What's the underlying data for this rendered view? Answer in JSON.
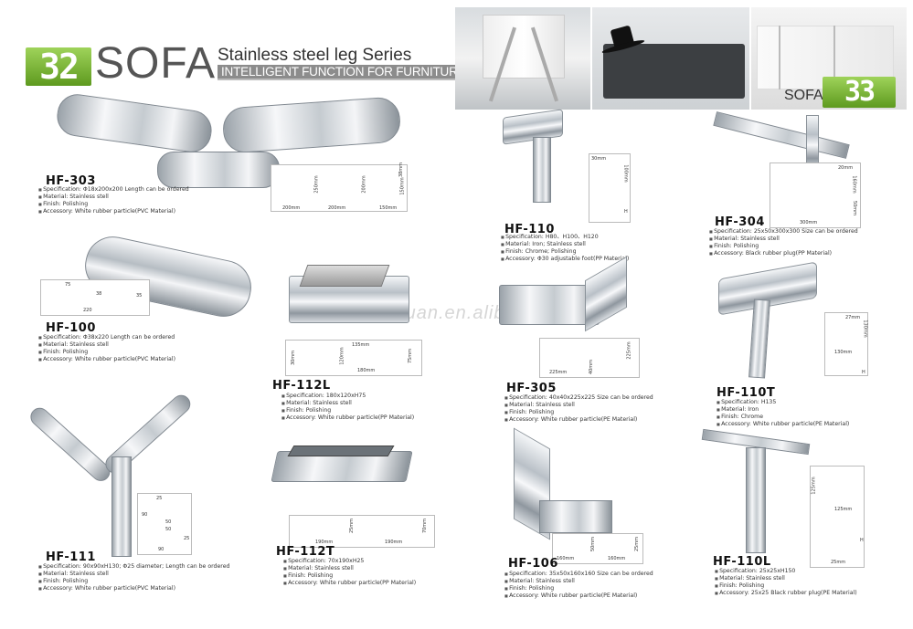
{
  "header": {
    "left_badge": "32",
    "brand": "SOFA",
    "series_title": "Stainless steel leg Series",
    "series_subtitle": "INTELLIGENT FUNCTION FOR FURNITURE",
    "right_brand": "SOFA",
    "right_badge": "33"
  },
  "watermark": "huifengyuan.en.alibaba.com",
  "colors": {
    "accent_green": "#7bbf2e",
    "chrome": "#c5cbd0"
  },
  "products": [
    {
      "model": "HF-303",
      "specs": [
        "Specification: Φ18x200x200 Length can be ordered",
        "Material: Stainless stell",
        "Finish: Polishing",
        "Accessory: White rubber particle(PVC Material)"
      ],
      "dims": [
        "200mm",
        "250mm",
        "200mm",
        "200mm",
        "150mm",
        "150mm",
        "38mm"
      ]
    },
    {
      "model": "HF-110",
      "specs": [
        "Specification: H80、H100、H120",
        "Material: Iron; Stainless stell",
        "Finish: Chrome; Polishing",
        "Accessory: Φ30 adjustable foot(PP Material)"
      ],
      "dims": [
        "30mm",
        "100mm",
        "H"
      ]
    },
    {
      "model": "HF-304",
      "specs": [
        "Specification: 25x50x300x300 Size can be ordered",
        "Material: Stainless stell",
        "Finish: Polishing",
        "Accessory: Black rubber plug(PP Material)"
      ],
      "dims": [
        "20mm",
        "160mm",
        "300mm",
        "50mm"
      ]
    },
    {
      "model": "HF-100",
      "specs": [
        "Specification: Φ38x220 Length can be ordered",
        "Material: Stainless stell",
        "Finish: Polishing",
        "Accessory: White rubber particle(PVC Material)"
      ],
      "dims": [
        "75",
        "220",
        "38",
        "35"
      ]
    },
    {
      "model": "HF-112L",
      "specs": [
        "Specification: 180x120xH75",
        "Material: Stainless stell",
        "Finish: Polishing",
        "Accessory: White rubber particle(PP Material)"
      ],
      "dims": [
        "135mm",
        "180mm",
        "120mm",
        "75mm",
        "30mm"
      ]
    },
    {
      "model": "HF-305",
      "specs": [
        "Specification: 40x40x225x225 Size can be ordered",
        "Material: Stainless stell",
        "Finish: Polishing",
        "Accessory: White rubber particle(PE Material)"
      ],
      "dims": [
        "225mm",
        "225mm",
        "40mm"
      ]
    },
    {
      "model": "HF-110T",
      "specs": [
        "Specification: H135",
        "Material: Iron",
        "Finish: Chrome",
        "Accessory: White rubber particle(PE Material)"
      ],
      "dims": [
        "27mm",
        "130mm",
        "130mm",
        "H"
      ]
    },
    {
      "model": "HF-111",
      "specs": [
        "Specification: 90x90xH130; Φ25 diameter; Length can be ordered",
        "Material: Stainless stell",
        "Finish: Polishing",
        "Accessory: White rubber particle(PVC Material)"
      ],
      "dims": [
        "25",
        "90",
        "50",
        "50",
        "90",
        "25"
      ]
    },
    {
      "model": "HF-112T",
      "specs": [
        "Specification: 70x190xH25",
        "Material: Stainless stell",
        "Finish: Polishing",
        "Accessory: White rubber particle(PP Material)"
      ],
      "dims": [
        "190mm",
        "190mm",
        "25mm",
        "70mm"
      ]
    },
    {
      "model": "HF-106",
      "specs": [
        "Specification: 35x50x160x160 Size can be ordered",
        "Material: Stainless stell",
        "Finish: Polishing",
        "Accessory: White rubber particle(PE Material)"
      ],
      "dims": [
        "160mm",
        "160mm",
        "50mm",
        "25mm"
      ]
    },
    {
      "model": "HF-110L",
      "specs": [
        "Specification: 25x25xH150",
        "Material: Stainless stell",
        "Finish: Polishing",
        "Accessory: 25x25 Black rubber plug(PE Material)"
      ],
      "dims": [
        "125mm",
        "125mm",
        "25mm",
        "H"
      ]
    }
  ]
}
